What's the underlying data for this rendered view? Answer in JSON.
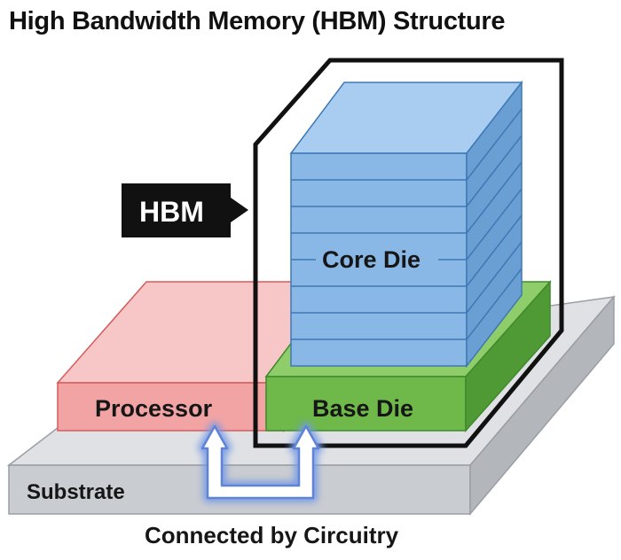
{
  "title": "High Bandwidth Memory (HBM) Structure",
  "labels": {
    "hbm": "HBM",
    "core_die": "Core Die",
    "base_die": "Base Die",
    "processor": "Processor",
    "substrate": "Substrate",
    "connection": "Connected by Circuitry"
  },
  "colors": {
    "substrate": "#c9ccd0",
    "processor": "#f2a4a4",
    "base_die": "#6fb84a",
    "core_die": "#8ab8e6",
    "hbm_tag": "#111111",
    "arrow_glow": "#6f90e0"
  },
  "core_die_layers": 8
}
